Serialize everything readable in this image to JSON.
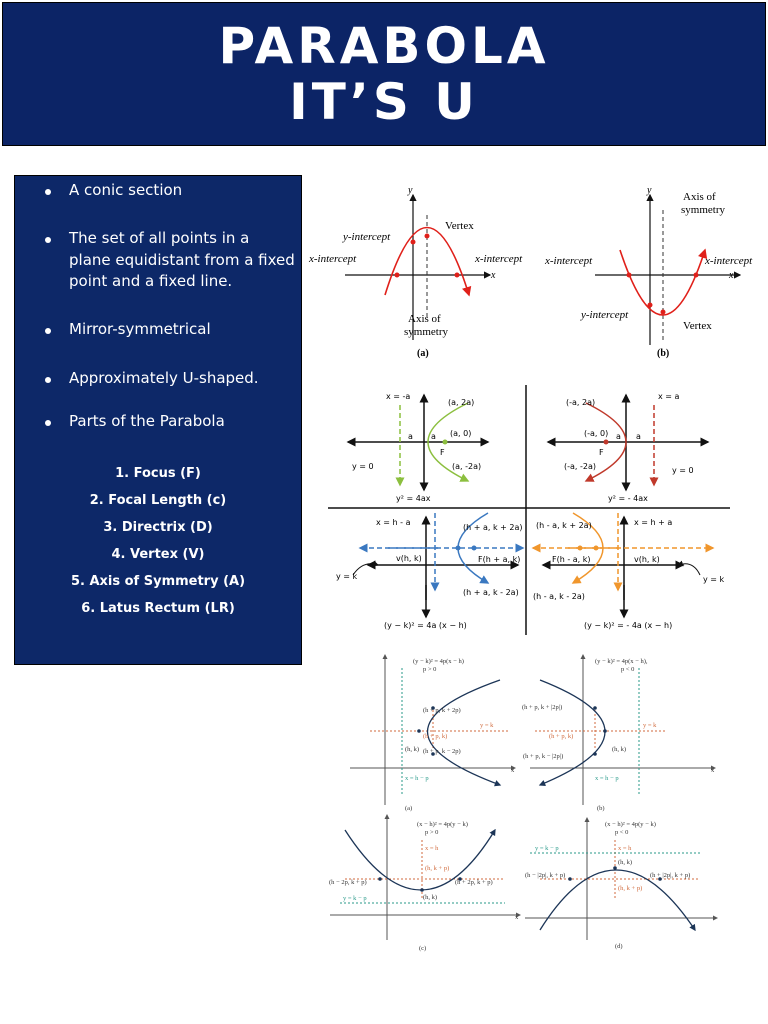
{
  "header": {
    "line1": "PARABOLA",
    "line2": "IT’S U"
  },
  "bullets": [
    "A conic section",
    "The set of all points in a plane equidistant from a fixed point and a fixed line.",
    "Mirror-symmetrical",
    "Approximately U-shaped.",
    "Parts of the Parabola"
  ],
  "parts": [
    "1. Focus (F)",
    "2. Focal Length (c)",
    "3. Directrix (D)",
    "4. Vertex (V)",
    "5. Axis of Symmetry (A)",
    "6. Latus Rectum (LR)"
  ],
  "fig1": {
    "a": {
      "yintercept": "y-intercept",
      "vertex": "Vertex",
      "xintercept_left": "x-intercept",
      "xintercept_right": "x-intercept",
      "axis1": "Axis of",
      "axis2": "symmetry",
      "x": "x",
      "y": "y",
      "caption": "(a)"
    },
    "b": {
      "axis1": "Axis of",
      "axis2": "symmetry",
      "xintercept_left": "x-intercept",
      "xintercept_right": "x-intercept",
      "yintercept": "y-intercept",
      "vertex": "Vertex",
      "x": "x",
      "y": "y",
      "caption": "(b)"
    }
  },
  "fig2": {
    "q1": {
      "dir": "x = -a",
      "p1": "(a, 2a)",
      "p2": "(a, 0)",
      "p3": "(a, -2a)",
      "a1": "a",
      "a2": "a",
      "f": "F",
      "y0": "y = 0",
      "eq": "y² = 4ax"
    },
    "q2": {
      "dir": "x = a",
      "p1": "(-a, 2a)",
      "p2": "(-a, 0)",
      "p3": "(-a, -2a)",
      "a1": "a",
      "a2": "a",
      "f": "F",
      "y0": "y = 0",
      "eq": "y² = - 4ax"
    },
    "q3": {
      "dir": "x = h - a",
      "p1": "(h + a, k + 2a)",
      "v": "v(h, k)",
      "f": "F(h + a, k)",
      "p3": "(h + a, k - 2a)",
      "yk": "y = k",
      "eq": "(y − k)² = 4a (x − h)"
    },
    "q4": {
      "dir": "x = h + a",
      "p1": "(h - a, k + 2a)",
      "f": "F(h - a, k)",
      "v": "v(h, k)",
      "p3": "(h - a, k - 2a)",
      "yk": "y = k",
      "eq": "(y − k)² = - 4a (x − h)"
    }
  },
  "fig3": {
    "a": {
      "eq": "(y − k)² = 4p(x − h)",
      "cond": "p > 0",
      "p1": "(h + p, k + 2p)",
      "yk": "y = k",
      "f": "(h + p, k)",
      "v": "(h, k)",
      "p3": "(h + p, k − 2p)",
      "dir": "x = h − p",
      "x": "x",
      "cap": "(a)"
    },
    "b": {
      "eq": "(y − k)² = 4p(x − h),",
      "cond": "p < 0",
      "p1": "(h + p, k + |2p|)",
      "yk": "y = k",
      "f": "(h + p, k)",
      "v": "(h, k)",
      "p3": "(h + p, k − |2p|)",
      "dir": "x = h − p",
      "x": "x",
      "cap": "(b)"
    },
    "c": {
      "eq": "(x − h)² = 4p(y − k)",
      "cond": "p > 0",
      "xh": "x = h",
      "f": "(h, k + p)",
      "pl": "(h − 2p, k + p)",
      "pr": "(h + 2p, k + p)",
      "v": "(h, k)",
      "dir": "y = k − p",
      "x": "x",
      "cap": "(c)"
    },
    "d": {
      "eq": "(x − h)² = 4p(y − k)",
      "cond": "p < 0",
      "dir": "y = k − p",
      "xh": "x = h",
      "v": "(h, k)",
      "f": "(h, k + p)",
      "pl": "(h − |2p|, k + p)",
      "pr": "(h + |2p|, k + p)",
      "cap": "(d)"
    }
  }
}
